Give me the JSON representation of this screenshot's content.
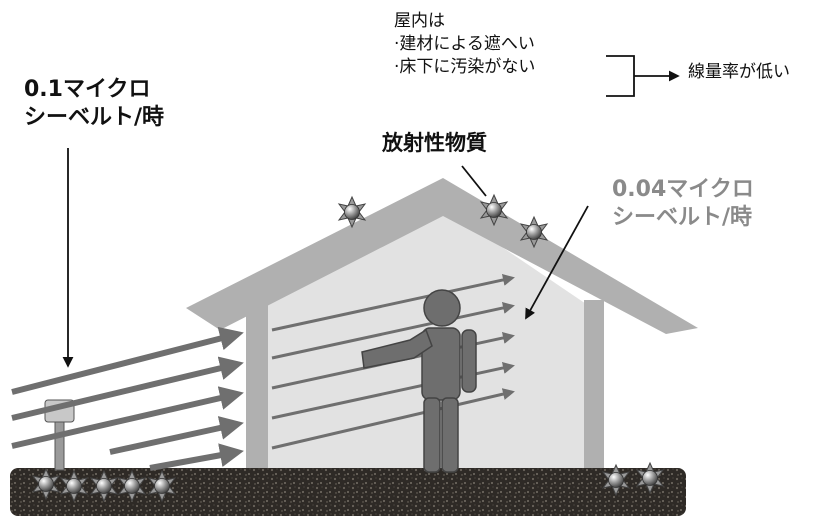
{
  "labels": {
    "outdoor_dose": [
      "0.1マイクロ",
      "シーベルト/時"
    ],
    "indoor_dose": [
      "0.04マイクロ",
      "シーベルト/時"
    ],
    "radioactive": "放射性物質",
    "indoor_note": [
      "屋内は",
      "·建材による遮へい",
      "·床下に汚染がない"
    ],
    "conclusion": "線量率が低い"
  },
  "colors": {
    "arrow": "#6f6f6f",
    "house_frame": "#b0b0b0",
    "house_interior": "#e2e2e2",
    "ground": "#2e2a26",
    "person": "#6e6e6e",
    "text_outdoor": "#111111",
    "text_indoor": "#8a8a8a"
  }
}
